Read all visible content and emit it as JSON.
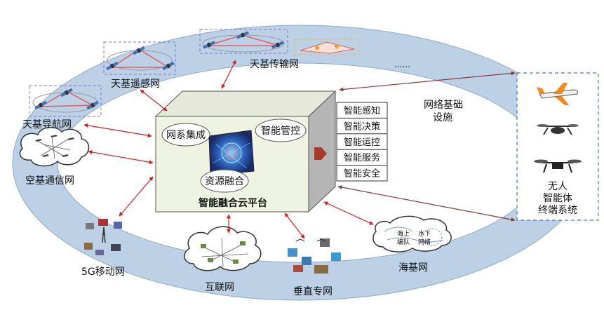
{
  "platform": {
    "title": "智能融合云平台",
    "modules": [
      "网系集成",
      "智能管控",
      "资源融合"
    ],
    "functions": [
      "智能感知",
      "智能决策",
      "智能运控",
      "智能服务",
      "智能安全"
    ]
  },
  "networks": {
    "remote_sensing": "天基遥感网",
    "transmission": "天基传输网",
    "navigation": "天基导航网",
    "air": "空基通信网",
    "mobile_5g": "5G移动网",
    "internet": "互联网",
    "vertical": "垂直专网",
    "sea": "海基网",
    "infrastructure": [
      "网络基础",
      "设施"
    ],
    "ellipsis": "......"
  },
  "sea_cloud": {
    "left": [
      "海上",
      "编队"
    ],
    "right": [
      "水下",
      "网络"
    ]
  },
  "terminal": {
    "lines": [
      "无人",
      "智能体",
      "终端系统"
    ],
    "icons": [
      "airplane-icon",
      "drone-icon",
      "quadcopter-icon"
    ]
  },
  "colors": {
    "ring": "#bcd0e6",
    "ring_stroke": "#8fa9c7",
    "box_front": "#eef3e2",
    "box_side": "#b5b5b5",
    "box_top": "#e6e8da",
    "arrow_red": "#d42020",
    "arrow_brown": "#8b3a3a",
    "orbit": "#8899cc",
    "tri": "#e06060"
  }
}
